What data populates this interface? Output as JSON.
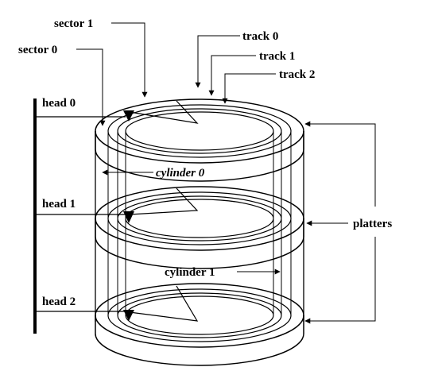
{
  "labels": {
    "sector1": "sector 1",
    "sector0": "sector 0",
    "track0": "track 0",
    "track1": "track 1",
    "track2": "track 2",
    "head0": "head 0",
    "head1": "head 1",
    "head2": "head 2",
    "cylinder0": "cylinder 0",
    "cylinder1": "cylinder 1",
    "platters": "platters"
  }
}
